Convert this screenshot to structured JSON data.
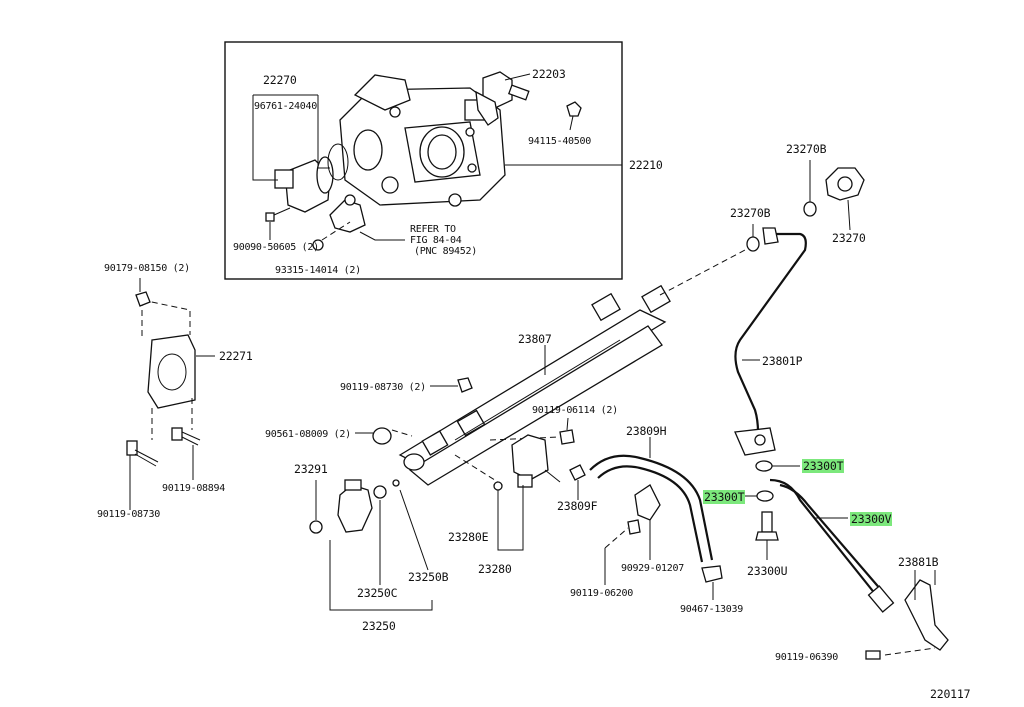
{
  "part_numbers": {
    "p22270": "22270",
    "p96761": "96761-24040",
    "p22203": "22203",
    "p94115": "94115-40500",
    "p22210": "22210",
    "p90090": "90090-50605 (2)",
    "p93315": "93315-14014 (2)",
    "refer": [
      "REFER TO",
      "FIG 84-04",
      "(PNC 89452)"
    ],
    "p23270B_top": "23270B",
    "p23270B_mid": "23270B",
    "p23270": "23270",
    "p90179": "90179-08150 (2)",
    "p22271": "22271",
    "p23807": "23807",
    "p23801P": "23801P",
    "p90119_08730a": "90119-08730 (2)",
    "p90119_06114": "90119-06114 (2)",
    "p90561": "90561-08009 (2)",
    "p23809H": "23809H",
    "p23300T_a": "23300T",
    "p23300T_b": "23300T",
    "p23300V": "23300V",
    "p23291": "23291",
    "p90119_08894": "90119-08894",
    "p90119_08730b": "90119-08730",
    "p23809F": "23809F",
    "p23280E": "23280E",
    "p23280": "23280",
    "p90929": "90929-01207",
    "p23300U": "23300U",
    "p23881B": "23881B",
    "p23250C": "23250C",
    "p23250B": "23250B",
    "p23250": "23250",
    "p90119_06200": "90119-06200",
    "p90467": "90467-13039",
    "p90119_06390": "90119-06390",
    "diagram_id": "220117"
  },
  "highlight_color": "#7CE87C"
}
